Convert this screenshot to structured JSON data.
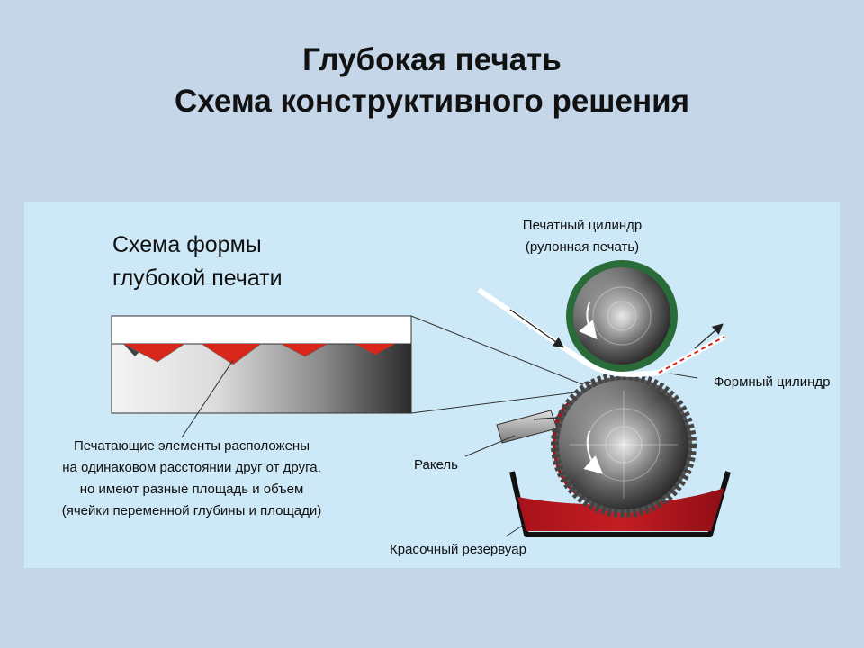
{
  "title": {
    "line1": "Глубокая печать",
    "line2": "Схема конструктивного решения"
  },
  "diagram": {
    "form_scheme_line1": "Схема формы",
    "form_scheme_line2": "глубокой печати",
    "impression_cylinder_line1": "Печатный цилиндр",
    "impression_cylinder_line2": "(рулонная печать)",
    "form_cylinder": "Формный цилиндр",
    "doctor_blade": "Ракель",
    "ink_reservoir": "Красочный резервуар",
    "cells_note": [
      "Печатающие элементы расположены",
      "на одинаковом расстоянии друг от друга,",
      "но имеют разные площадь и объем",
      "(ячейки переменной глубины и площади)"
    ]
  },
  "colors": {
    "panel": "#cde8f6",
    "ink": "#b0151c",
    "cell_red": "#d8261a",
    "cylinder_ring": "#2a6b3a"
  }
}
